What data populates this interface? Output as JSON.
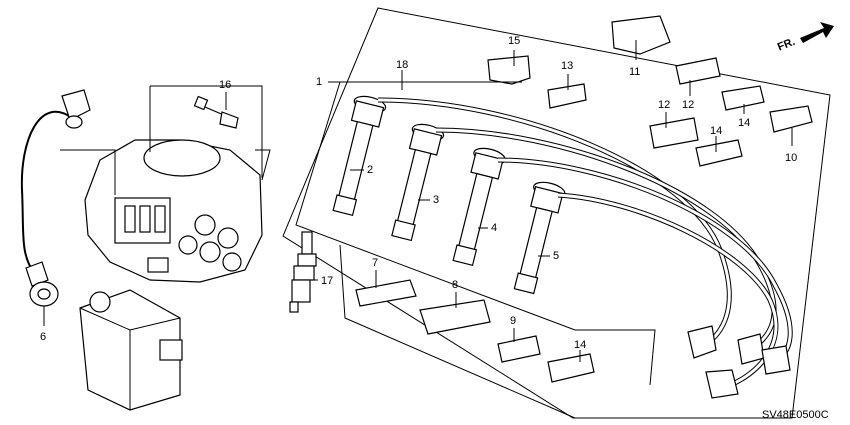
{
  "diagram": {
    "labels": {
      "p1": "1",
      "p2": "2",
      "p3": "3",
      "p4": "4",
      "p5": "5",
      "p6": "6",
      "p7": "7",
      "p8": "8",
      "p9": "9",
      "p10": "10",
      "p11": "11",
      "p12a": "12",
      "p12b": "12",
      "p13": "13",
      "p14a": "14",
      "p14b": "14",
      "p14c": "14",
      "p15": "15",
      "p16": "16",
      "p17": "17",
      "p18": "18"
    },
    "direction_label": "FR.",
    "diagram_code": "SV48E0500C"
  }
}
